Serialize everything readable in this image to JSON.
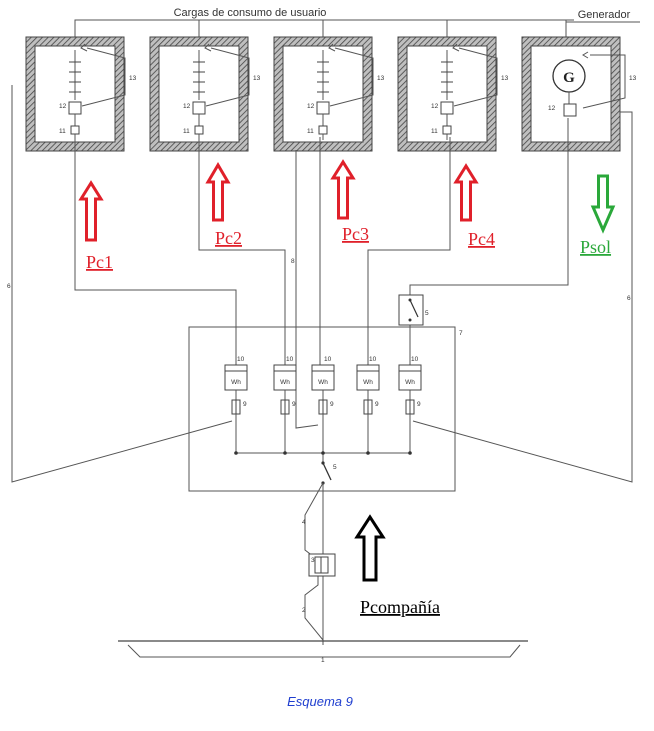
{
  "header": {
    "loads_title": "Cargas de consumo de usuario",
    "generator_title": "Generador"
  },
  "generator_symbol": "G",
  "powers": {
    "pc1": "Pc1",
    "pc2": "Pc2",
    "pc3": "Pc3",
    "pc4": "Pc4",
    "psol": "Psol",
    "pcompania": "Pcompañía"
  },
  "meter_label": "Wh",
  "numbers": {
    "n1": "1",
    "n2": "2",
    "n3": "3",
    "n4": "4",
    "n5": "5",
    "n6": "6",
    "n7": "7",
    "n8": "8",
    "n9": "9",
    "n10": "10",
    "n11": "11",
    "n12": "12",
    "n13": "13"
  },
  "caption": "Esquema 9",
  "colors": {
    "consumption_arrow": "#e0202a",
    "solar_arrow": "#2aa83a",
    "company_arrow": "#000000",
    "caption": "#1f3ecf",
    "wiring": "#555555"
  }
}
